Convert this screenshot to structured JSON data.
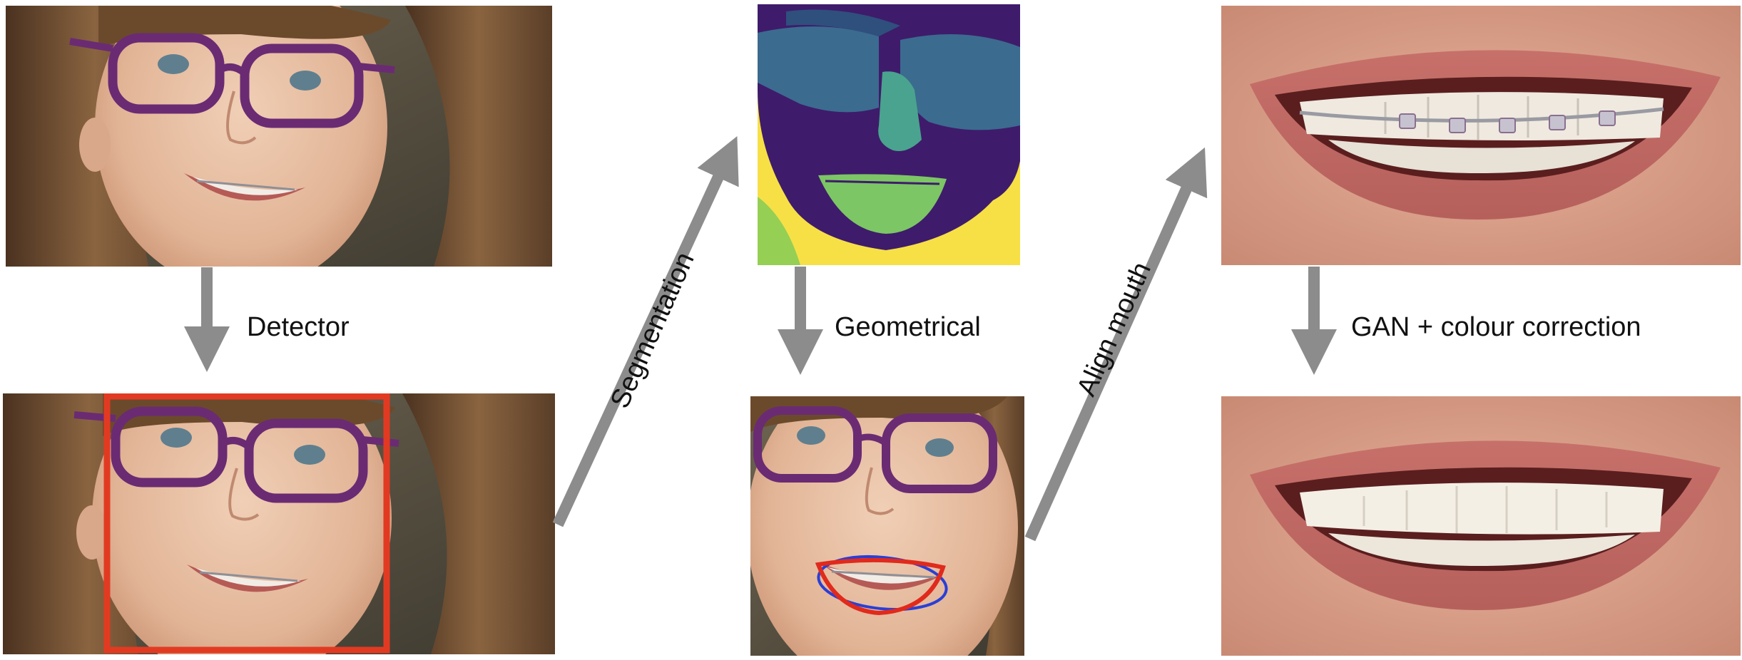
{
  "steps": {
    "detector": "Detector",
    "segmentation": "Segmentation",
    "geometrical": "Geometrical",
    "align_mouth": "Align mouth",
    "gan": "GAN + colour correction"
  },
  "colors": {
    "arrow": "#8c8c8c",
    "detection_box": "#e23a22",
    "mouth_outline_outer": "#e02a1c",
    "mouth_outline_inner": "#2a3fd6",
    "glasses": "#6a2b73",
    "skin": "#e8c0a4",
    "hair": "#6b4a2c",
    "seg_background": "#3f1b6b",
    "seg_glasses": "#3b6b8f",
    "seg_nose": "#4aa38e",
    "seg_lips": "#7cc665",
    "seg_corner_yellow": "#f6e046",
    "seg_corner_green": "#95cf54"
  },
  "icons": {
    "input_face": "girl-with-glasses-and-braces-photo",
    "detected_face": "face-detection-crop-photo",
    "segmentation_map": "face-segmentation-map",
    "geometry": "mouth-ellipse-fit-photo",
    "mouth_crop": "aligned-mouth-braces-photo",
    "output_mouth": "corrected-teeth-photo"
  }
}
